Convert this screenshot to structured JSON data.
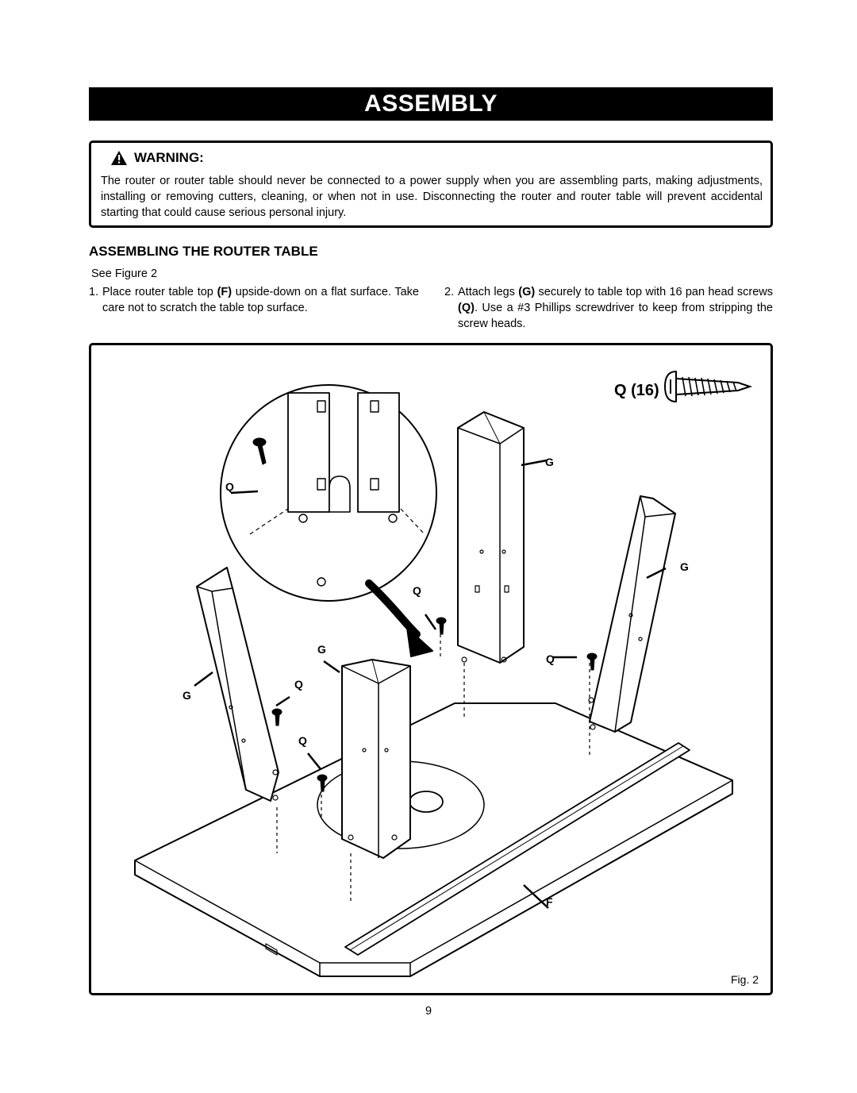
{
  "header": {
    "title": "ASSEMBLY"
  },
  "warning": {
    "icon": "warning-triangle-icon",
    "title": "WARNING:",
    "body": "The router or router table should never be connected to a power supply when you are assembling parts, making adjustments, installing or removing cutters, cleaning, or when not in use. Disconnecting the router and router table will prevent accidental starting that could cause serious personal injury."
  },
  "section": {
    "title": "ASSEMBLING THE ROUTER TABLE",
    "see_figure": "See Figure 2"
  },
  "steps": [
    {
      "number": "1.",
      "pre": "Place router table top ",
      "bold": "(F)",
      "post": " upside-down on a flat surface. Take care not to scratch the table top surface.",
      "bold2": "",
      "post2": ""
    },
    {
      "number": "2.",
      "pre": "Attach legs ",
      "bold": "(G)",
      "post": " securely to table top with 16 pan head screws ",
      "bold2": "(Q)",
      "post2": ". Use a #3 Phillips screwdriver to keep from stripping the screw heads."
    }
  ],
  "figure": {
    "screw_qty_label": "Q (16)",
    "screw_icon": "pan-head-screw-icon",
    "labels": {
      "q": "Q",
      "g": "G",
      "f": "F"
    },
    "caption": "Fig. 2"
  },
  "page_number": "9"
}
